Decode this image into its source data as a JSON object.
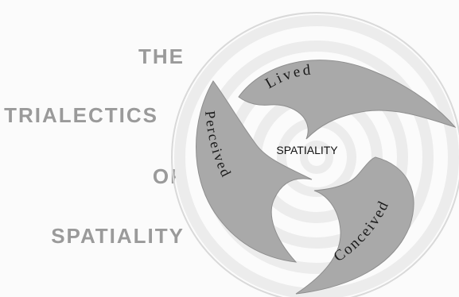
{
  "title": {
    "line1": "THE",
    "line2": "TRIALECTICS",
    "line3": "OF",
    "line4": "SPATIALITY"
  },
  "diagram": {
    "center_label": "SPATIALITY",
    "arm_lived": "Lived",
    "arm_perceived": "Perceived",
    "arm_conceived": "Conceived"
  },
  "colors": {
    "arm_fill": "#a8a8a8",
    "ring": "#e9e9e9",
    "title_text": "#9a9a9a",
    "label_text": "#1a1a1a"
  }
}
